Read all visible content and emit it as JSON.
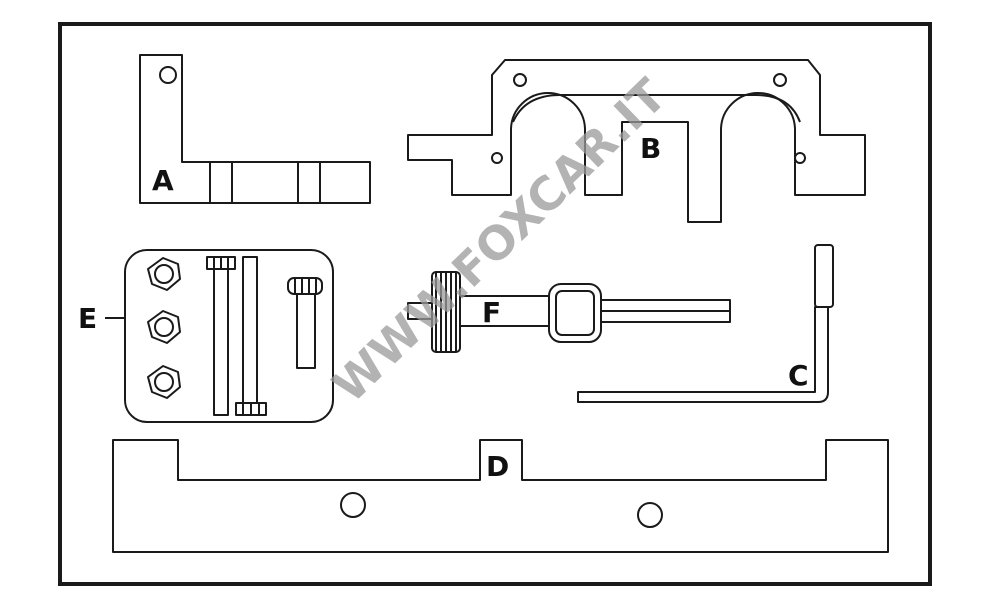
{
  "labels": {
    "a": "A",
    "b": "B",
    "c": "C",
    "d": "D",
    "e": "E",
    "f": "F"
  },
  "watermark": "WWW.FOXCAR.IT",
  "colors": {
    "line": "#1a1a1a",
    "frame": "#1a1a1a",
    "watermark": "#9a9a9a",
    "background": "#ffffff"
  }
}
